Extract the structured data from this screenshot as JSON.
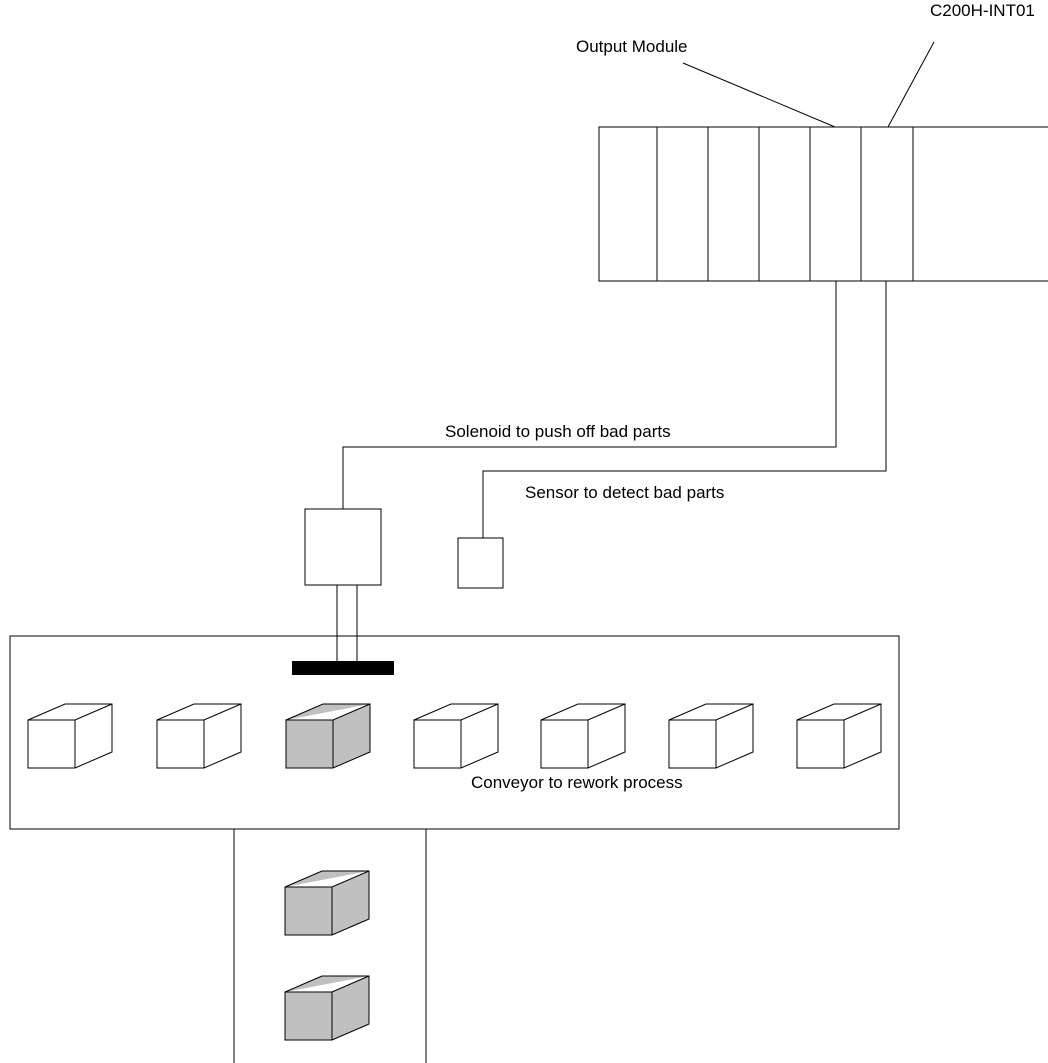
{
  "labels": {
    "module_id": "C200H-INT01",
    "output_module": "Output Module",
    "solenoid": "Solenoid to push off bad parts",
    "sensor": "Sensor to detect bad parts",
    "rework_conveyor": "Conveyor to rework process"
  },
  "parts": {
    "main_line": [
      "good",
      "good",
      "bad",
      "good",
      "good",
      "good",
      "good"
    ],
    "rework_line": [
      "bad",
      "bad"
    ]
  },
  "colors": {
    "line": "#000000",
    "good_part": "#ffffff",
    "bad_part": "#c0c0c0",
    "pusher_bar": "#000000"
  }
}
